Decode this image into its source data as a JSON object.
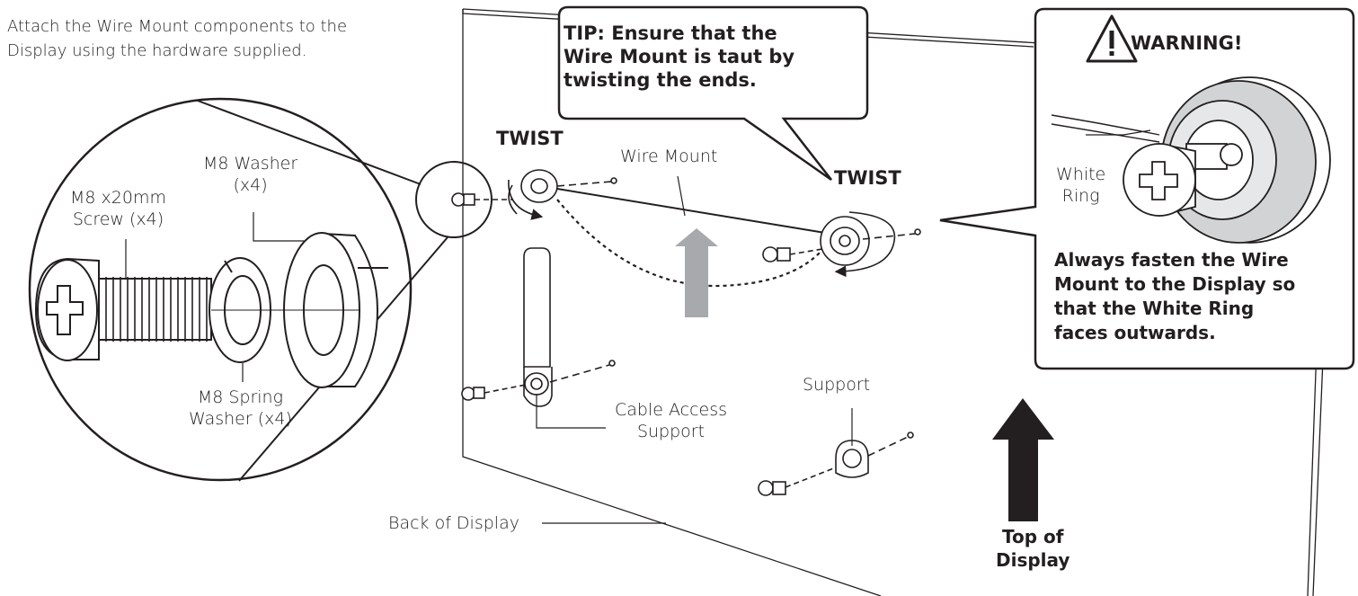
{
  "intro": {
    "line1": "Attach the Wire Mount components to the",
    "line2": "Display using the hardware supplied."
  },
  "callouts": {
    "m8_screw_line1": "M8 x20mm",
    "m8_screw_line2": "Screw (x4)",
    "m8_washer_line1": "M8 Washer",
    "m8_washer_line2": "(x4)",
    "spring_washer_line1": "M8 Spring",
    "spring_washer_line2": "Washer (x4)",
    "wire_mount": "Wire Mount",
    "cable_access_line1": "Cable Access",
    "cable_access_line2": "Support",
    "support": "Support",
    "back_of_display": "Back of Display",
    "white_ring_line1": "White",
    "white_ring_line2": "Ring"
  },
  "twist": {
    "left": "TWIST",
    "right": "TWIST"
  },
  "tip": {
    "line1": "TIP: Ensure that the",
    "line2": "Wire Mount is taut by",
    "line3": "twisting the ends."
  },
  "warning": {
    "title": "WARNING!",
    "line1": "Always fasten the Wire",
    "line2": "Mount to the Display so",
    "line3": "that the White Ring",
    "line4": "faces outwards."
  },
  "top_of_display": {
    "line1": "Top of",
    "line2": "Display"
  },
  "icons": {
    "warning": "warning-triangle-icon",
    "screw_head": "phillips-screw-icon"
  },
  "colors": {
    "ink": "#231f20",
    "arrow_light": "#a7a9ac",
    "arrow_dark": "#231f20",
    "ring_grey": "#d1d3d4"
  }
}
